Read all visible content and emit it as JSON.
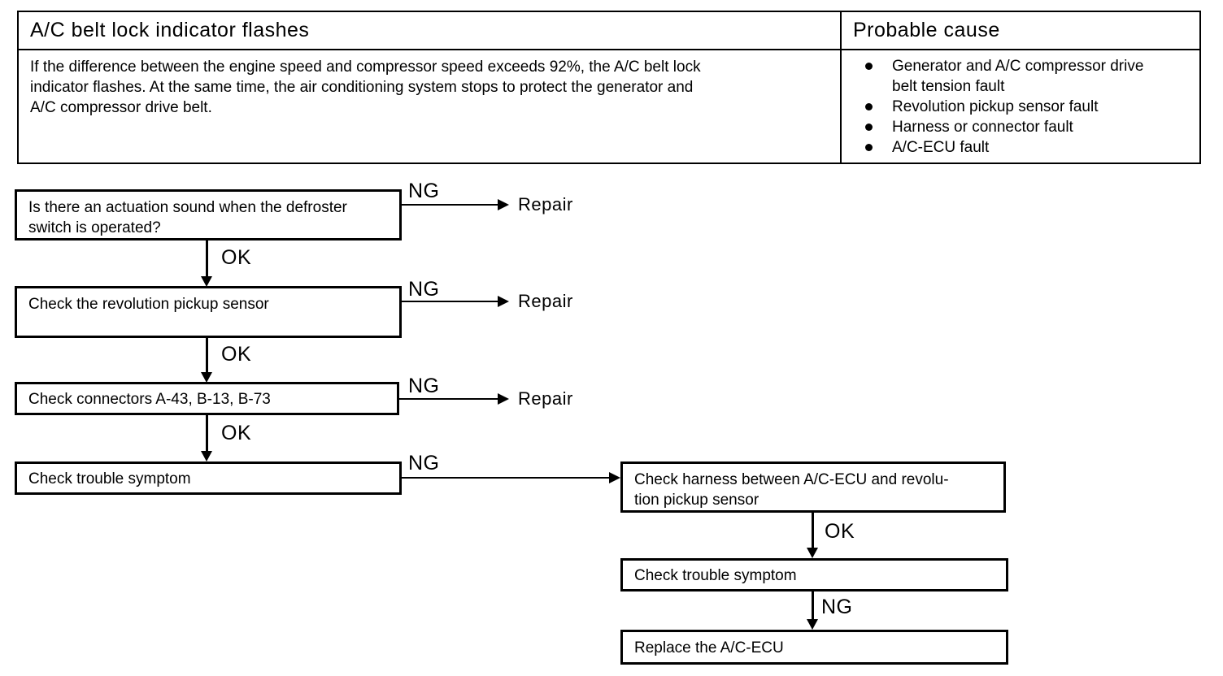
{
  "table": {
    "title": "A/C belt lock indicator flashes",
    "description": "If the difference between the engine speed and compressor speed exceeds 92%, the A/C belt lock\nindicator flashes. At the same time, the air conditioning system stops to protect the generator and\nA/C compressor drive belt.",
    "probable_cause_header": "Probable cause",
    "causes": [
      "Generator and A/C compressor drive\nbelt tension fault",
      "Revolution pickup sensor fault",
      "Harness or connector fault",
      "A/C-ECU fault"
    ]
  },
  "flowchart": {
    "labels": {
      "ok": "OK",
      "ng": "NG",
      "repair": "Repair"
    },
    "boxes": {
      "step1": "Is there an actuation sound when the defroster\nswitch is operated?",
      "step2": "Check the revolution pickup sensor",
      "step3": "Check connectors A-43, B-13, B-73",
      "step4": "Check trouble symptom",
      "step5": "Check harness between A/C-ECU and revolu-\ntion pickup sensor",
      "step6": "Check trouble symptom",
      "step7": "Replace the A/C-ECU"
    }
  }
}
